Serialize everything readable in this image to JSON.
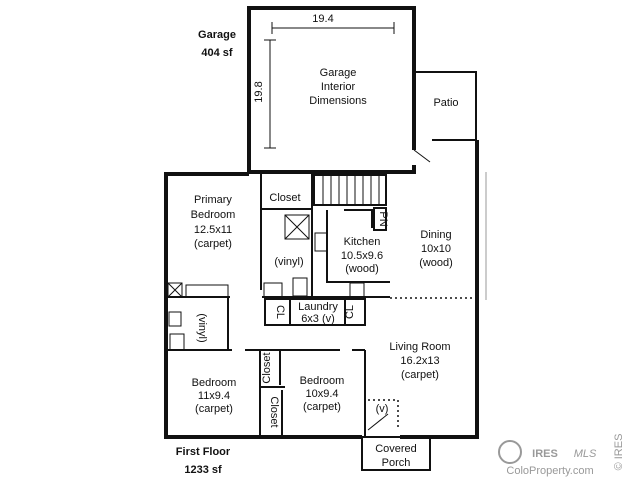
{
  "garage_info": {
    "title": "Garage",
    "area": "404 sf"
  },
  "floor_info": {
    "title": "First Floor",
    "area": "1233 sf"
  },
  "garage": {
    "width": "19.4",
    "depth": "19.8",
    "label": [
      "Garage",
      "Interior",
      "Dimensions"
    ]
  },
  "patio": "Patio",
  "rooms": {
    "primary_bedroom": [
      "Primary",
      "Bedroom",
      "12.5x11",
      "(carpet)"
    ],
    "closet_primary": "Closet",
    "primary_bath": "(vinyl)",
    "kitchen": [
      "Kitchen",
      "10.5x9.6",
      "(wood)"
    ],
    "pantry": "PN",
    "dining": [
      "Dining",
      "10x10",
      "(wood)"
    ],
    "hall_bath": "(vinyl)",
    "laundry": [
      "Laundry",
      "6x3 (v)"
    ],
    "cl_left": "CL",
    "cl_right": "CL",
    "living_room": [
      "Living Room",
      "16.2x13",
      "(carpet)"
    ],
    "bedroom1": [
      "Bedroom",
      "11x9.4",
      "(carpet)"
    ],
    "bedroom2": [
      "Bedroom",
      "10x9.4",
      "(carpet)"
    ],
    "closet_b1": "Closet",
    "closet_b2": "Closet",
    "entry": "(v)",
    "porch": [
      "Covered",
      "Porch"
    ]
  },
  "watermark": {
    "brand": "IRES",
    "mls": "MLS",
    "site": "ColoProperty.com",
    "copyright": "© IRES"
  }
}
